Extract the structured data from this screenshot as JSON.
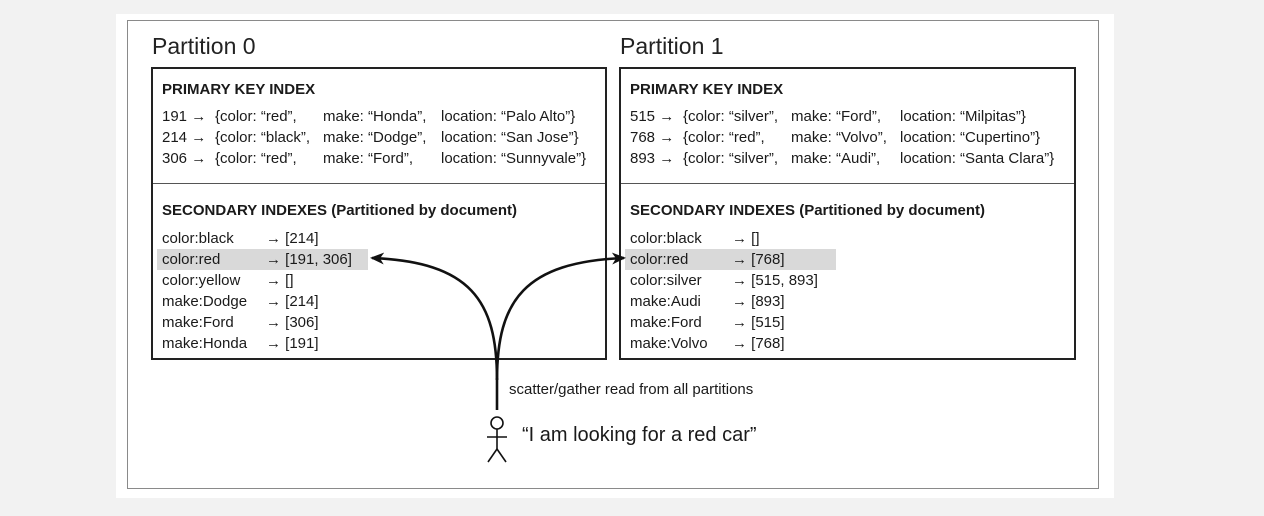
{
  "partitions": [
    {
      "title": "Partition 0",
      "primary_heading": "PRIMARY KEY INDEX",
      "primary_rows": [
        {
          "key": "191 →",
          "color": "{color: “red”,",
          "make": "make: “Honda”,",
          "location": "location: “Palo Alto”}"
        },
        {
          "key": "214 →",
          "color": "{color: “black”,",
          "make": "make: “Dodge”,",
          "location": "location: “San Jose”}"
        },
        {
          "key": "306 →",
          "color": "{color: “red”,",
          "make": "make: “Ford”,",
          "location": "location: “Sunnyvale”}"
        }
      ],
      "secondary_heading": "SECONDARY INDEXES (Partitioned by document)",
      "secondary_rows": [
        {
          "term": "color:black",
          "ids": "→ [214]",
          "highlight": false
        },
        {
          "term": "color:red",
          "ids": "→ [191, 306]",
          "highlight": true
        },
        {
          "term": "color:yellow",
          "ids": "→ []",
          "highlight": false
        },
        {
          "term": "make:Dodge",
          "ids": "→ [214]",
          "highlight": false
        },
        {
          "term": "make:Ford",
          "ids": "→ [306]",
          "highlight": false
        },
        {
          "term": "make:Honda",
          "ids": "→ [191]",
          "highlight": false
        }
      ]
    },
    {
      "title": "Partition 1",
      "primary_heading": "PRIMARY KEY INDEX",
      "primary_rows": [
        {
          "key": "515 →",
          "color": "{color: “silver”,",
          "make": "make: “Ford”,",
          "location": "location: “Milpitas”}"
        },
        {
          "key": "768 →",
          "color": "{color: “red”,",
          "make": "make: “Volvo”,",
          "location": "location: “Cupertino”}"
        },
        {
          "key": "893 →",
          "color": "{color: “silver”,",
          "make": "make: “Audi”,",
          "location": "location: “Santa Clara”}"
        }
      ],
      "secondary_heading": "SECONDARY INDEXES (Partitioned by document)",
      "secondary_rows": [
        {
          "term": "color:black",
          "ids": "→ []",
          "highlight": false
        },
        {
          "term": "color:red",
          "ids": "→ [768]",
          "highlight": true
        },
        {
          "term": "color:silver",
          "ids": "→ [515, 893]",
          "highlight": false
        },
        {
          "term": "make:Audi",
          "ids": "→ [893]",
          "highlight": false
        },
        {
          "term": "make:Ford",
          "ids": "→ [515]",
          "highlight": false
        },
        {
          "term": "make:Volvo",
          "ids": "→ [768]",
          "highlight": false
        }
      ]
    }
  ],
  "scatter_label": "scatter/gather read from all partitions",
  "user_quote": "“I am looking for a red car”",
  "colors": {
    "highlight": "#d9d9d9",
    "ink": "#1a1a1a"
  }
}
